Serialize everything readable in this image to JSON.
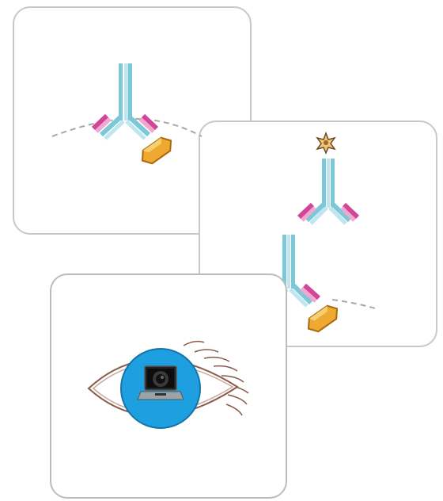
{
  "figure": {
    "panels": [
      {
        "id": "direct",
        "elements": [
          "antibody",
          "antigen-crystal"
        ]
      },
      {
        "id": "indirect",
        "elements": [
          "secondary-antibody",
          "star-label",
          "primary-antibody",
          "antigen-crystal"
        ]
      },
      {
        "id": "detection",
        "elements": [
          "eye-icon",
          "laptop-icon"
        ]
      }
    ],
    "colors": {
      "heavy_chain": "#7cc8d8",
      "heavy_chain_light": "#bfe6ee",
      "light_chain_pink": "#d0479a",
      "light_chain_pink_light": "#f0a8cf",
      "crystal": "#f0a930",
      "crystal_dark": "#a86a10",
      "dashed_line": "#a8a8a8",
      "panel_border": "#c8c8c8",
      "iris": "#1ea0e0",
      "eye_outline": "#8a5a4a"
    }
  }
}
